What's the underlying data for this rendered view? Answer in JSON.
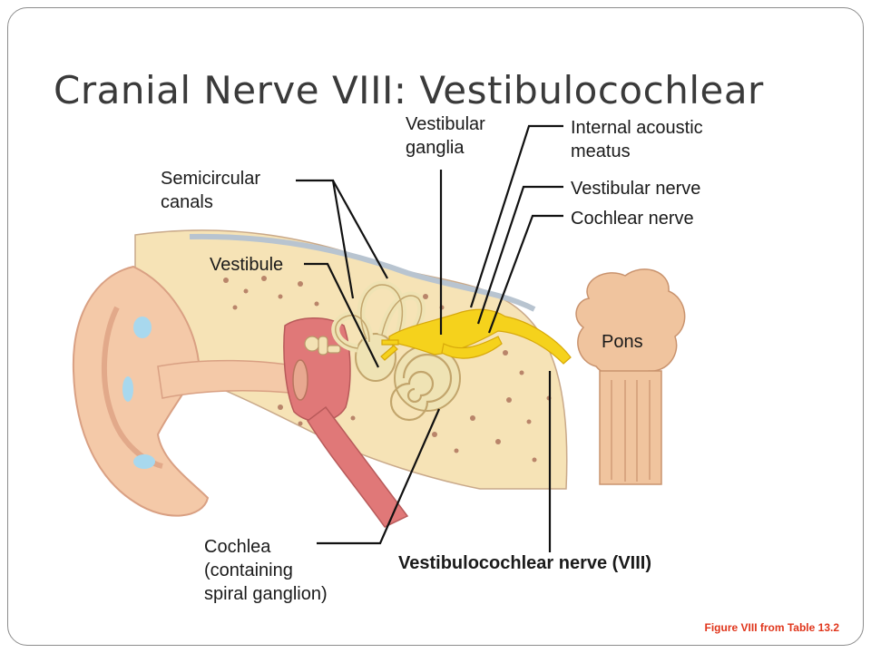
{
  "slide": {
    "title": "Cranial Nerve VIII: Vestibulocochlear",
    "caption": "Figure VIII from Table 13.2"
  },
  "labels": {
    "vestibular_ganglia": [
      "Vestibular",
      "ganglia"
    ],
    "internal_acoustic_meatus": [
      "Internal acoustic",
      "meatus"
    ],
    "semicircular_canals": [
      "Semicircular",
      "canals"
    ],
    "vestibular_nerve": "Vestibular nerve",
    "cochlear_nerve": "Cochlear nerve",
    "vestibule": "Vestibule",
    "pons": "Pons",
    "cochlea": [
      "Cochlea",
      "(containing",
      "spiral ganglion)"
    ],
    "vestibulocochlear_nerve": "Vestibulocochlear nerve (VIII)"
  },
  "colors": {
    "skin": "#f4c9a8",
    "skin_dark": "#e2a98a",
    "bone": "#f6e3b6",
    "canal_red": "#e07878",
    "nerve_yellow": "#f5d21c",
    "pons": "#f0c49e",
    "cochlea": "#efe3b4",
    "caption_red": "#e0361c"
  }
}
